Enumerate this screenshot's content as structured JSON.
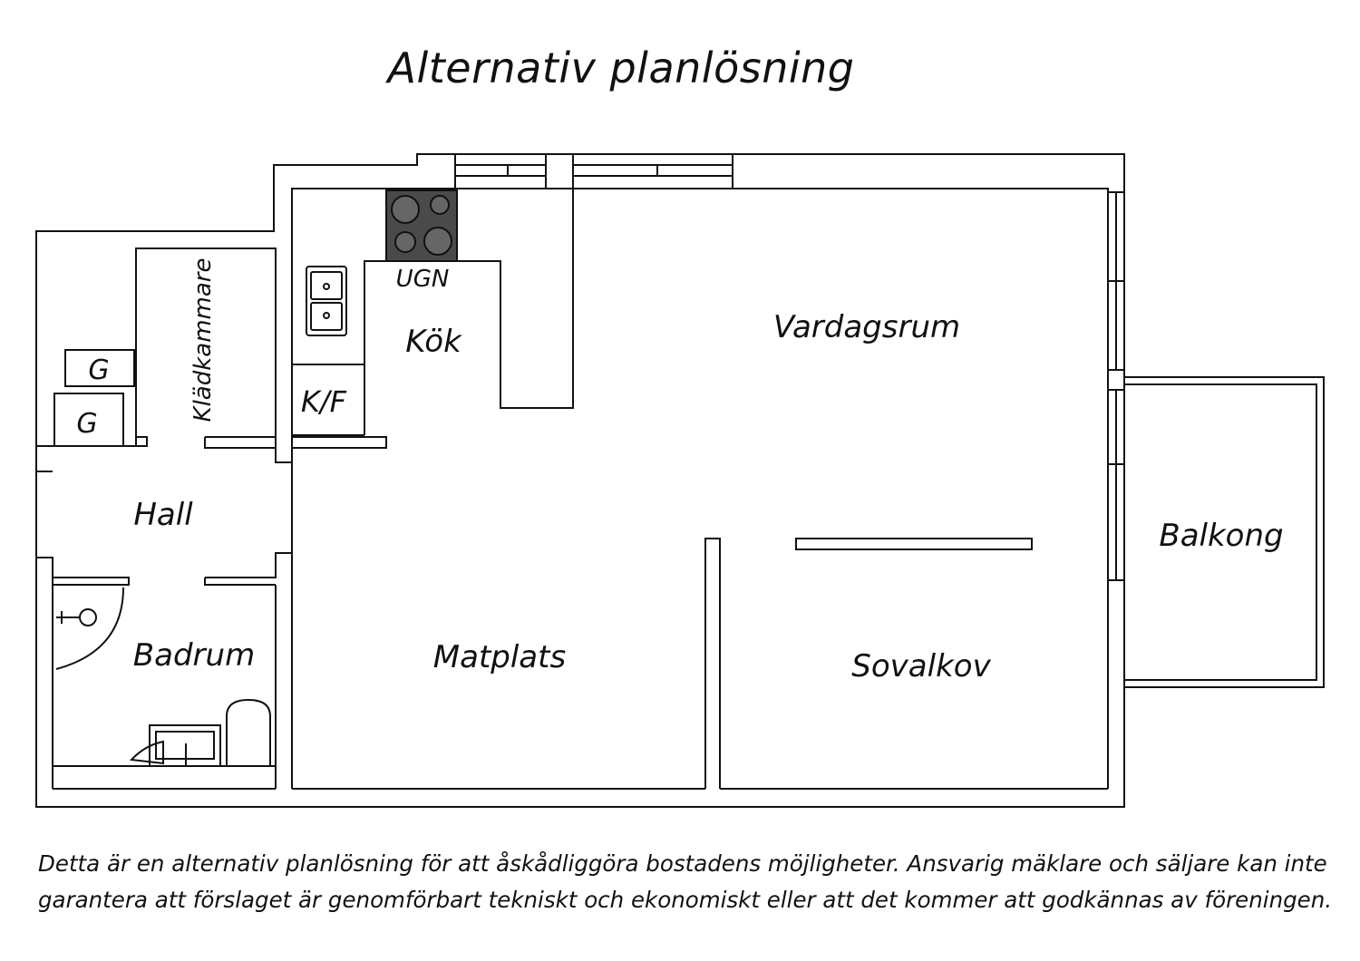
{
  "title": "Alternativ planlösning",
  "rooms": {
    "kladkammare": "Klädkammare",
    "kok": "Kök",
    "ugn": "UGN",
    "kf": "K/F",
    "g1": "G",
    "g2": "G",
    "vardagsrum": "Vardagsrum",
    "hall": "Hall",
    "badrum": "Badrum",
    "matplats": "Matplats",
    "sovalkov": "Sovalkov",
    "balkong": "Balkong"
  },
  "disclaimer": {
    "line1": "Detta är en alternativ planlösning för att åskådliggöra bostadens möjligheter. Ansvarig mäklare och säljare kan inte",
    "line2": "garantera att förslaget är genomförbart tekniskt och ekonomiskt eller att det kommer att godkännas av föreningen."
  },
  "colors": {
    "line": "#111111",
    "hob": "#555555",
    "background": "#ffffff"
  }
}
